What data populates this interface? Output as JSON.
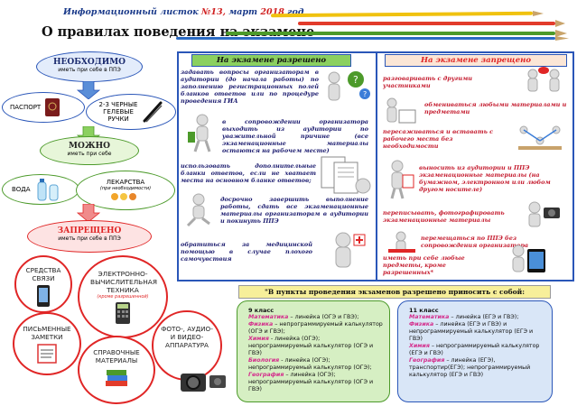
{
  "header": {
    "prefix": "Информационный листок",
    "number": "№13,",
    "month": "март",
    "year": "2018",
    "suffix": "год",
    "title": "О правилах поведения на экзамене"
  },
  "left": {
    "necessary_title": "НЕОБХОДИМО",
    "necessary_sub": "иметь при себе в ППЭ",
    "passport": "ПАСПОРТ",
    "pens": "2-3 ЧЕРНЫЕ ГЕЛЕВЫЕ РУЧКИ",
    "can_title": "МОЖНО",
    "can_sub": "иметь при себе",
    "water": "ВОДА",
    "medicine": "ЛЕКАРСТВА",
    "medicine_note": "(при необходимости)",
    "forbidden_title": "ЗАПРЕЩЕНО",
    "forbidden_sub": "иметь при себе в ППЭ",
    "comm": "СРЕДСТВА СВЯЗИ",
    "electronics": "ЭЛЕКТРОННО-ВЫЧИСЛИТЕЛЬНАЯ ТЕХНИКА",
    "electronics_note": "(кроме разрешенной)",
    "notes": "ПИСЬМЕННЫЕ ЗАМЕТКИ",
    "photo": "ФОТО-, АУДИО- И ВИДЕО-АППАРАТУРА",
    "reference": "СПРАВОЧНЫЕ МАТЕРИАЛЫ"
  },
  "allowed": {
    "heading": "На экзамене разрешено",
    "items": [
      "задавать вопросы организаторам в аудитории (до начала работы) по заполнению регистрационных полей бланков ответов или по процедуре проведения ГИА",
      "в сопровождении организатора выходить из аудитории по уважительной причине (все экзаменационные материалы остаются на рабочем месте)",
      "использовать дополнительные бланки ответов, если не хватает места на основном бланке ответов;",
      "досрочно завершить выполнение работы, сдать все экзаменационные материалы организаторам в аудитории и покинуть ППЭ",
      "обратиться за медицинской помощью в случае плохого самочувствия"
    ]
  },
  "forbidden": {
    "heading": "На экзамене запрещено",
    "items": [
      "разговаривать с другими участниками",
      "обмениваться любыми материалами и предметами",
      "пересаживаться и вставать с рабочего места без необходимости",
      "выносить из аудитории и ППЭ экзаменационные материалы (на бумажном, электронном или любом другом носителе)",
      "переписывать, фотографировать экзаменационные материалы",
      "перемещаться по ППЭ без сопровождения организатора",
      "иметь при себе любые предметы, кроме разрешенных*"
    ]
  },
  "bring": {
    "heading": "\"В пункты проведения экзаменов разрешено приносить с собой:",
    "grade9": {
      "title": "9 класс",
      "lines": [
        {
          "subject": "Математика",
          "text": " – линейка (ОГЭ и ГВЭ);"
        },
        {
          "subject": "Физика",
          "text": " – непрограммируемый калькулятор (ОГЭ и ГВЭ);"
        },
        {
          "subject": "Химия",
          "text": " - линейка (ОГЭ); непрограммируемый калькулятор (ОГЭ и ГВЭ)"
        },
        {
          "subject": "Биология",
          "text": " - линейка (ОГЭ); непрограммируемый калькулятор (ОГЭ);"
        },
        {
          "subject": "География",
          "text": " – линейка (ОГЭ); непрограммируемый калькулятор (ОГЭ и ГВЭ)"
        }
      ]
    },
    "grade11": {
      "title": "11 класс",
      "lines": [
        {
          "subject": "Математика",
          "text": " – линейка (ЕГЭ и ГВЭ);"
        },
        {
          "subject": "Физика",
          "text": " – линейка (ЕГЭ и ГВЭ) и непрограммируемый калькулятор (ЕГЭ и ГВЭ)"
        },
        {
          "subject": "Химия",
          "text": " – непрограммируемый калькулятор (ЕГЭ и ГВЭ)"
        },
        {
          "subject": "География",
          "text": " – линейка (ЕГЭ), транспортир(ЕГЭ); непрограммируемый калькулятор (ЕГЭ и ГВЭ)"
        }
      ]
    }
  },
  "colors": {
    "blue_frame": "#2a56b8",
    "green_head": "#8bd05f",
    "red": "#e02626",
    "pink_subject": "#d42b8b"
  }
}
